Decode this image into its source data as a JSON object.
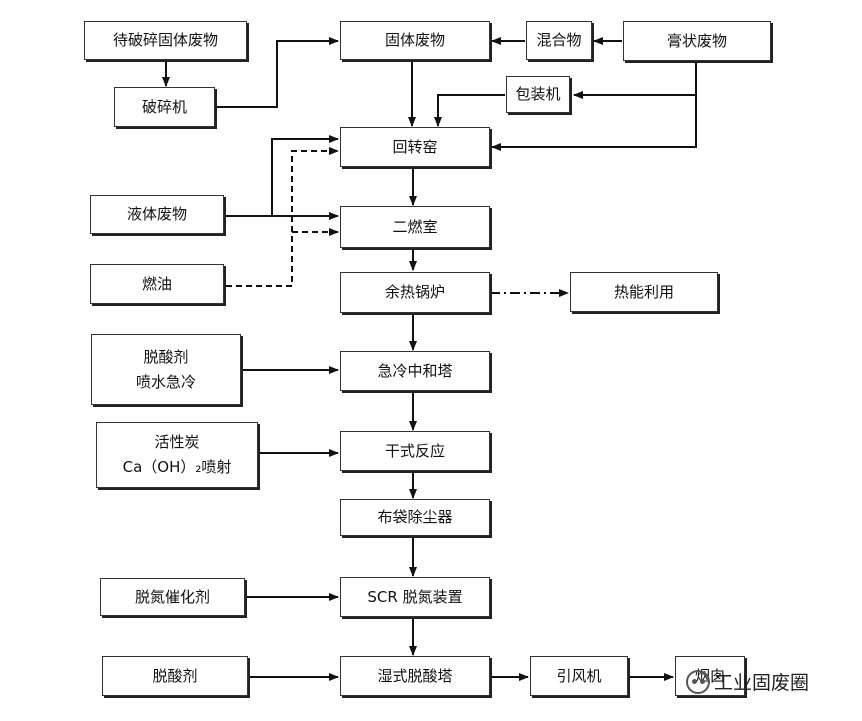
{
  "diagram": {
    "nodes": {
      "to_crush_solid": "待破碎固体废物",
      "crusher": "破碎机",
      "solid_waste": "固体废物",
      "mixture": "混合物",
      "paste_waste": "膏状废物",
      "packer": "包装机",
      "rotary_kiln": "回转窑",
      "liquid_waste": "液体废物",
      "secondary_chamber": "二燃室",
      "fuel_oil": "燃油",
      "waste_heat_boiler": "余热锅炉",
      "heat_utilization": "热能利用",
      "deacid_agent_1": "脱酸剂",
      "spray_quench": "喷水急冷",
      "quench_tower": "急冷中和塔",
      "activated_carbon": "活性炭",
      "caoh2_injection": "Ca（OH）₂喷射",
      "dry_reaction": "干式反应",
      "bag_filter": "布袋除尘器",
      "denitration_catalyst": "脱氮催化剂",
      "scr_device": "SCR 脱氮装置",
      "deacid_agent_2": "脱酸剂",
      "wet_deacid_tower": "湿式脱酸塔",
      "induced_fan": "引风机",
      "chimney": "烟囱"
    },
    "watermark": "工业固废圈"
  }
}
